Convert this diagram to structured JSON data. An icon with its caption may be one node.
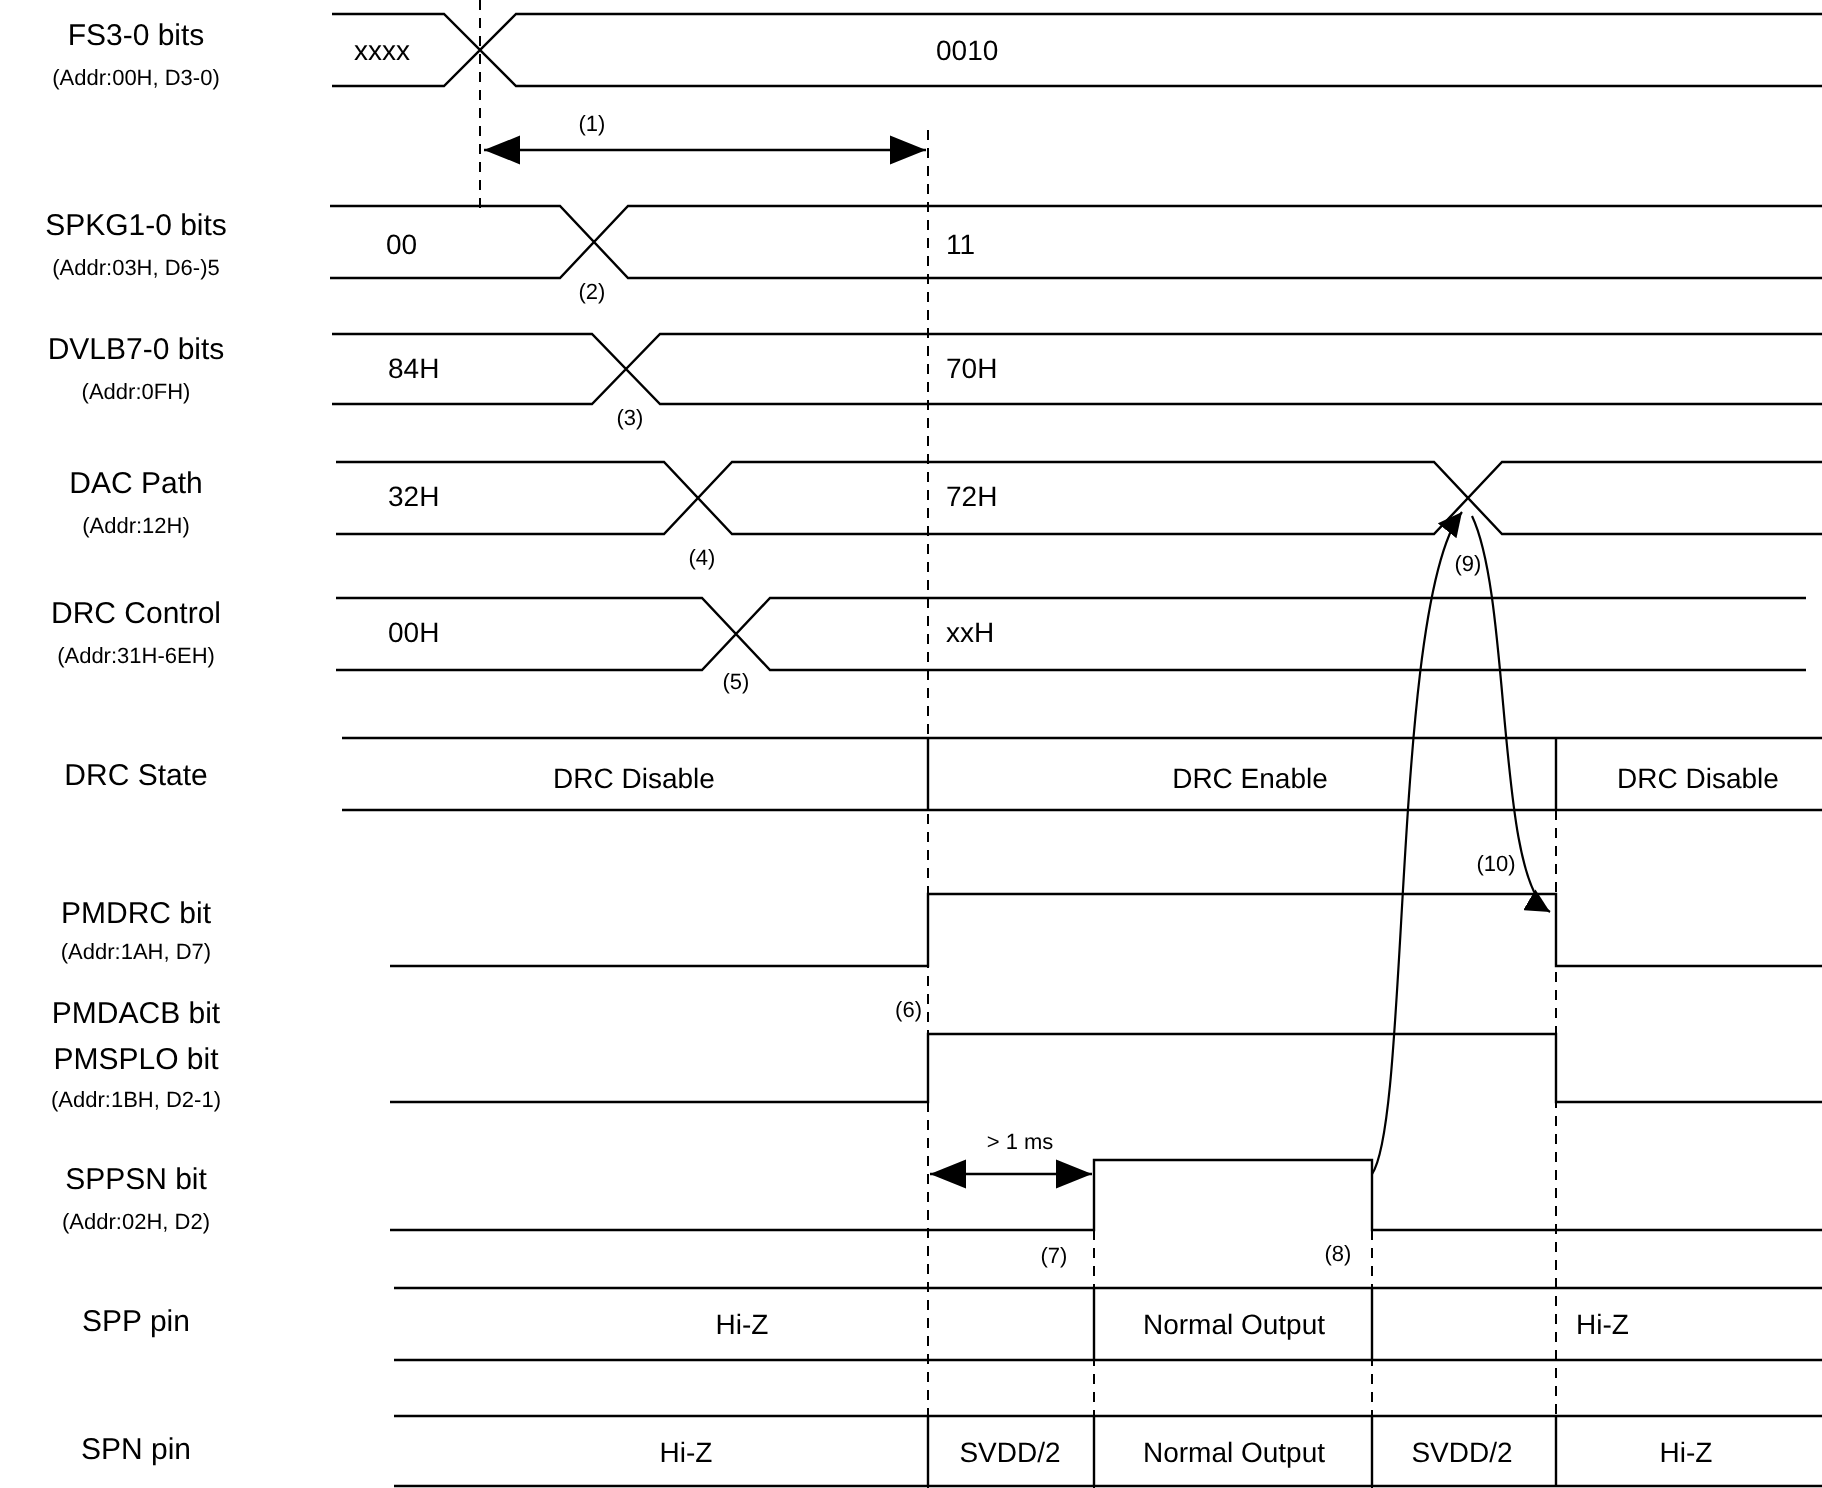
{
  "diagram": {
    "labels": [
      "FS3-0 bits",
      "(Addr:00H, D3-0)",
      "xxxx",
      "0010",
      "(1)",
      "SPKG1-0 bits",
      "(Addr:03H, D6-)5",
      "00",
      "11",
      "(2)",
      "DVLB7-0 bits",
      "(Addr:0FH)",
      "84H",
      "70H",
      "(3)",
      "DAC Path",
      "(Addr:12H)",
      "32H",
      "72H",
      "(4)",
      "(9)",
      "DRC Control",
      "(Addr:31H-6EH)",
      "00H",
      "xxH",
      "(5)",
      "DRC State",
      "DRC Disable",
      "DRC Enable",
      "DRC Disable",
      "(10)",
      "PMDRC bit",
      "(Addr:1AH, D7)",
      "PMDACB bit",
      "(6)",
      "PMSPLO bit",
      "(Addr:1BH, D2-1)",
      "> 1 ms",
      "SPPSN bit",
      "(Addr:02H, D2)",
      "(7)",
      "(8)",
      "SPP pin",
      "Hi-Z",
      "Normal Output",
      "Hi-Z",
      "SPN pin",
      "Hi-Z",
      "SVDD/2",
      "Normal Output",
      "SVDD/2",
      "Hi-Z"
    ]
  }
}
